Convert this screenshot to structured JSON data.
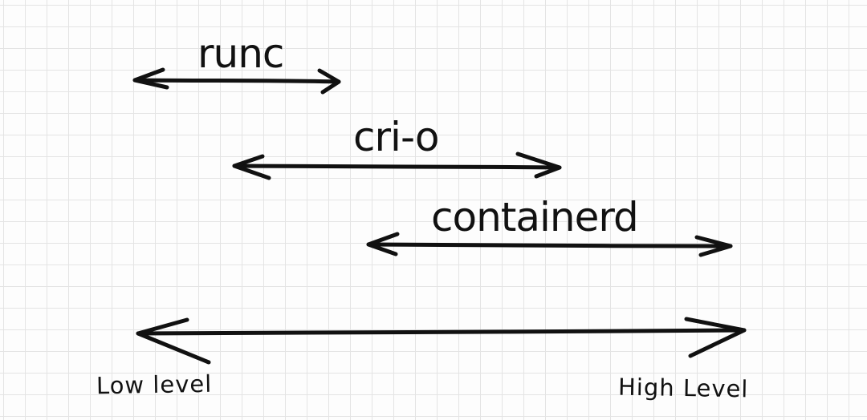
{
  "labels": {
    "runc": "runc",
    "crio": "cri-o",
    "containerd": "containerd",
    "low_level": "Low level",
    "high_level": "High Level"
  },
  "colors": {
    "ink": "#111111",
    "grid": "#e4e4e4",
    "paper": "#fdfdfd"
  }
}
